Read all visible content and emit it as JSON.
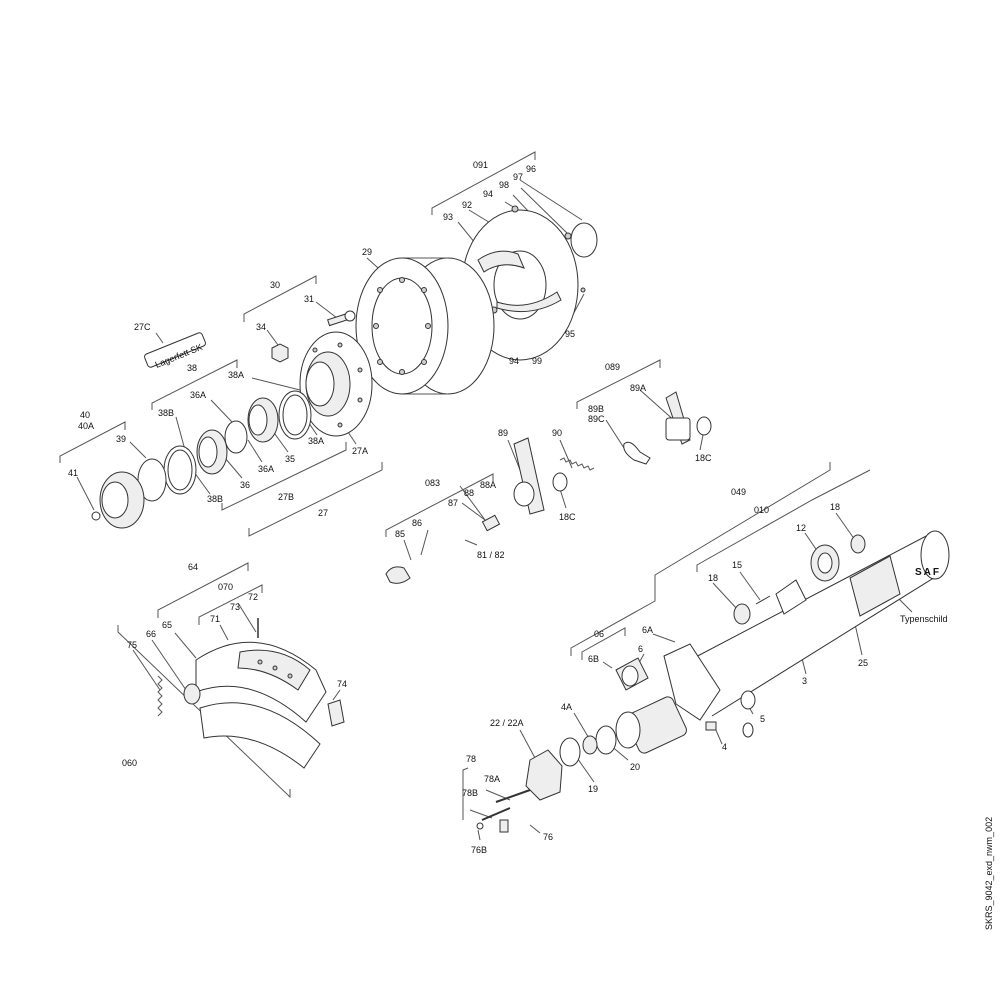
{
  "drawing_code": "SKRS_9042_exd_nwm_002",
  "labels": {
    "l091": "091",
    "l96": "96",
    "l97": "97",
    "l98": "98",
    "l94a": "94",
    "l93": "93",
    "l92": "92",
    "l29": "29",
    "l95": "95",
    "l94b": "94",
    "l99": "99",
    "l30": "30",
    "l31": "31",
    "l34": "34",
    "l27C": "27C",
    "l38": "38",
    "l38A": "38A",
    "l36A": "36A",
    "l38B": "38B",
    "l40": "40",
    "l40A": "40A",
    "l39": "39",
    "l41": "41",
    "l38Ab": "38A",
    "l27A": "27A",
    "l35": "35",
    "l36Ab": "36A",
    "l36": "36",
    "l38Bb": "38B",
    "l27B": "27B",
    "l27": "27",
    "l089": "089",
    "l89A": "89A",
    "l89B": "89B",
    "l89C": "89C",
    "l18C": "18C",
    "l89": "89",
    "l90": "90",
    "l18Cb": "18C",
    "l083": "083",
    "l88": "88",
    "l88A": "88A",
    "l87": "87",
    "l86": "86",
    "l85": "85",
    "l8182": "81 / 82",
    "l049": "049",
    "l010": "010",
    "l18": "18",
    "l12": "12",
    "l15": "15",
    "l18b": "18",
    "l25": "25",
    "l3": "3",
    "l06": "06",
    "l6A": "6A",
    "l6": "6",
    "l6B": "6B",
    "l5": "5",
    "l4": "4",
    "l4A": "4A",
    "l2222A": "22 / 22A",
    "l20": "20",
    "l19": "19",
    "l78": "78",
    "l78A": "78A",
    "l78B": "78B",
    "l76": "76",
    "l76B": "76B",
    "l64": "64",
    "l070": "070",
    "l73": "73",
    "l72": "72",
    "l71": "71",
    "l65": "65",
    "l66": "66",
    "l75": "75",
    "l74": "74",
    "l060": "060",
    "typenschild": "Typenschild",
    "lagerfett": "Lagerfett SK",
    "saf": "SAF"
  }
}
